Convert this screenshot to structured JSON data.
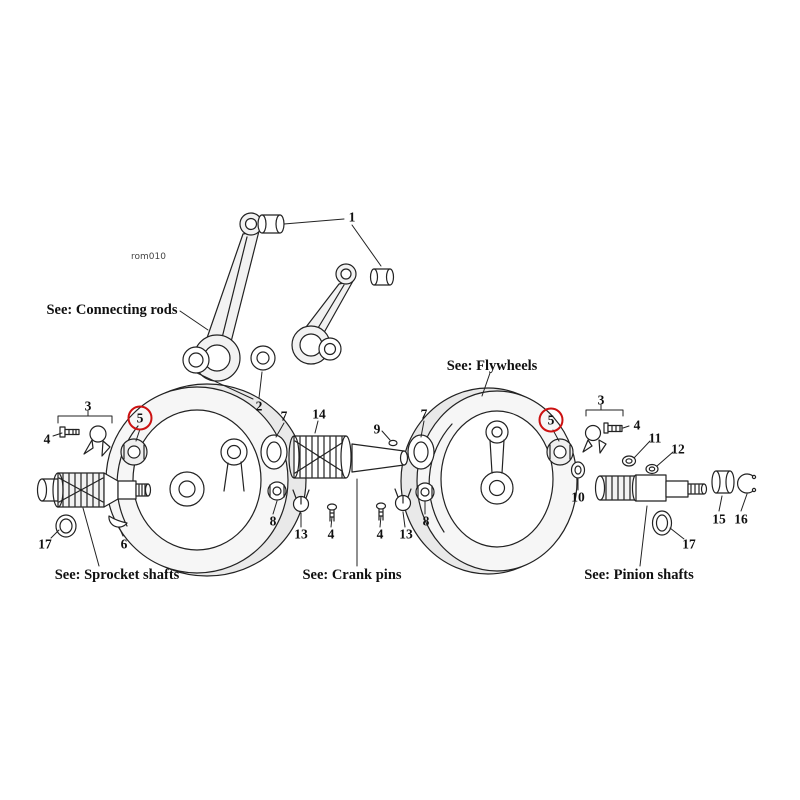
{
  "watermark": "rom010",
  "section_labels": {
    "connecting_rods": "See: Connecting rods",
    "flywheels": "See: Flywheels",
    "sprocket_shafts": "See: Sprocket shafts",
    "crank_pins": "See: Crank pins",
    "pinion_shafts": "See: Pinion shafts"
  },
  "part_numbers": [
    {
      "id": "rod-bushings",
      "text": "1"
    },
    {
      "id": "rod-bearing-washers",
      "text": "2"
    },
    {
      "id": "sprocket-side-bracket",
      "text": "3"
    },
    {
      "id": "sprocket-side-screw",
      "text": "4"
    },
    {
      "id": "sprocket-shaft-nut",
      "text": "5",
      "highlighted": true
    },
    {
      "id": "sprocket-key",
      "text": "6"
    },
    {
      "id": "sprocket-side-ring",
      "text": "17"
    },
    {
      "id": "crankpin-nut-left",
      "text": "8"
    },
    {
      "id": "lock-washer-left",
      "text": "13"
    },
    {
      "id": "lock-screw-left",
      "text": "4"
    },
    {
      "id": "crankpin-washer-left",
      "text": "7"
    },
    {
      "id": "crank-pin",
      "text": "14"
    },
    {
      "id": "shaft-key",
      "text": "9"
    },
    {
      "id": "crankpin-washer-right",
      "text": "7"
    },
    {
      "id": "lock-screw-right",
      "text": "4"
    },
    {
      "id": "lock-washer-right",
      "text": "13"
    },
    {
      "id": "crankpin-nut-right",
      "text": "8"
    },
    {
      "id": "pinion-shaft-nut",
      "text": "5",
      "highlighted": true
    },
    {
      "id": "pinion-thrust-washer",
      "text": "10"
    },
    {
      "id": "pinion-side-bracket",
      "text": "3"
    },
    {
      "id": "pinion-side-screw",
      "text": "4"
    },
    {
      "id": "pinion-washer-a",
      "text": "11"
    },
    {
      "id": "pinion-washer-b",
      "text": "12"
    },
    {
      "id": "pinion-spacer",
      "text": "15"
    },
    {
      "id": "pinion-circlip",
      "text": "16"
    },
    {
      "id": "pinion-side-ring",
      "text": "17"
    }
  ],
  "highlight": {
    "circle_color": "#cc1111",
    "circled_numbers": [
      "5",
      "5"
    ]
  },
  "artwork": {
    "line_color": "#222222",
    "flywheel_fill": "#e9e9e9"
  }
}
